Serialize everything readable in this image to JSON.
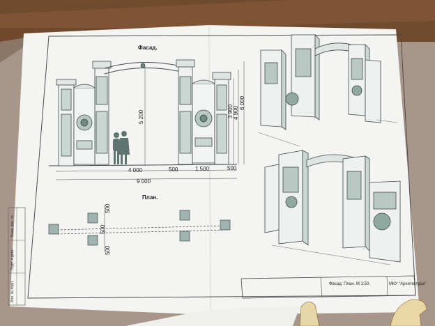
{
  "sheet": {
    "facade_title": "Фасад.",
    "plan_title": "План.",
    "stamp_caption": "Фасад. План. М 1:50.",
    "stamp_org": "МКУ \"Архитектура\""
  },
  "dimensions": {
    "height_arch": "5 200",
    "height_total": "6 000",
    "height_side_1": "4 900",
    "height_side_2": "3 900",
    "width_opening": "4 000",
    "width_gap_1": "500",
    "width_leaf": "1 500",
    "width_gap_2": "500",
    "width_total": "9 000",
    "plan_dim_top": "500",
    "plan_dim_mid": "500",
    "plan_dim_bottom": "500"
  },
  "margin_stamp": {
    "row1": "Взам. инв. №",
    "row2": "Подп. и дата",
    "row3": "Инв. № подл."
  },
  "colors": {
    "table": "#7a5232",
    "paper": "#f4f4f2",
    "ink": "#3c4c48",
    "green_fill": "#8fa8a0"
  }
}
